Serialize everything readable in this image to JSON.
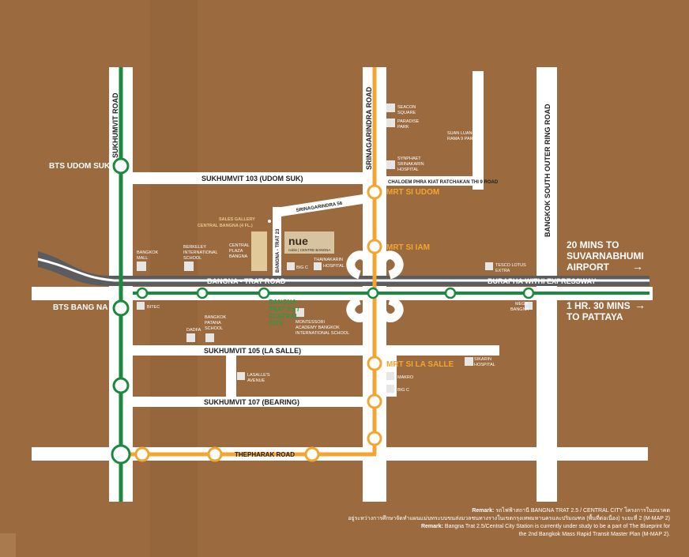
{
  "colors": {
    "background": "#9b6a3f",
    "road": "#ffffff",
    "expressway": "#5b5c5f",
    "bts_green": "#1a8a3f",
    "mrt_yellow": "#f2a530",
    "green_label": "#2a9a48",
    "sales_gallery_box": "#e2c99a"
  },
  "roads": {
    "sukhumvit": "SUKHUMVIT ROAD",
    "srinagarindra": "SRINAGARINDRA ROAD",
    "outer_ring": "BANGKOK SOUTH OUTER RING ROAD",
    "sukhumvit_103": "SUKHUMVIT 103 (UDOM SUK)",
    "chaloem": "CHALOEM PHRA KIAT RATCHAKAN THI 9  ROAD",
    "srinagarindra_56": "SRINAGARINDRA 56",
    "bangna_trat_23": "BANGNA - TRAT 23",
    "bangna_trat": "BANGNA - TRAT ROAD",
    "burapha": "BURAPHA WITHI EXPRESSWAY",
    "sukhumvit_105": "SUKHUMVIT 105 (LA SALLE)",
    "sukhumvit_107": "SUKHUMVIT 107 (BEARING)",
    "thepharak": "THEPHARAK ROAD"
  },
  "stations": {
    "bts_udom_suk": "BTS UDOM SUK",
    "bts_bang_na": "BTS BANG NA",
    "mrt_si_udom": "MRT SI UDOM",
    "mrt_si_iam": "MRT SI IAM",
    "mrt_si_la_salle": "MRT SI LA SALLE",
    "bangna_trat_25": [
      "BANGNA",
      "TRAT 2.5 /",
      "CENTRAL",
      "CITY"
    ]
  },
  "landmarks": {
    "seacon": [
      "SEACON",
      "SQUARE"
    ],
    "paradise": [
      "PARADISE",
      "PARK"
    ],
    "suan_luang": [
      "SUAN LUANG",
      "RAMA 9 PARK"
    ],
    "synphaet": [
      "SYNPHAET",
      "SRINAKARIN",
      "HOSPITAL"
    ],
    "sales_gallery": [
      "SALES GALLERY",
      "CENTRAL BANGNA (4 FL.)"
    ],
    "central_plaza": [
      "CENTRAL",
      "PLAZA",
      "BANGNA"
    ],
    "bangkok_mall": [
      "BANGKOK",
      "MALL"
    ],
    "berkeley": [
      "BERKELEY",
      "INTERNATIONAL",
      "SCHOOL"
    ],
    "big_c_1": "BIG C",
    "thainakarin": [
      "THAINAKARIN",
      "HOSPITAL"
    ],
    "tesco": [
      "TESCO LOTUS",
      "EXTRA"
    ],
    "bitec": "BITEC",
    "mega_bangna": [
      "MEGA",
      "BANGNA"
    ],
    "montessori": [
      "MONTESSORI",
      "ACADEMY BANGKOK",
      "INTERNATIONAL SCHOOL"
    ],
    "dadfa": "DADFA",
    "patana": [
      "BANGKOK",
      "PATANA",
      "SCHOOL"
    ],
    "sikarin": [
      "SIKARIN",
      "HOSPITAL"
    ],
    "lasalle_avenue": [
      "LASALLE'S",
      "AVENUE"
    ],
    "makro": "MAKRO",
    "big_c_2": "BIG C"
  },
  "project": {
    "logo": "nue",
    "sub": "noble | CENTRE BANGNA"
  },
  "travel": {
    "airport_1": "20 MINS TO",
    "airport_2": "SUVARNABHUMI",
    "airport_3": "AIRPORT",
    "pattaya_1": "1 HR. 30 MINS",
    "pattaya_2": "TO PATTAYA",
    "arrow": "→"
  },
  "remark": {
    "label": "Remark:",
    "thai_1": "รถไฟฟ้าสถานี BANGNA TRAT 2.5 / CENTRAL CITY โครงการในอนาคต",
    "thai_2": "อยู่ระหว่างการศึกษาจัดทำแผนแม่บทระบบขนส่งมวลชนทางรางในเขตกรุงเทพมหานครและปริมณฑล (พื้นที่ต่อเนื่อง) ระยะที่ 2 (M-MAP 2)",
    "en_1": "Bangna Trat 2.5/Central City Station is currently under study to be a part of The Blueprint for",
    "en_2": "the 2nd Bangkok Mass Rapid Transit Master Plan  (M-MAP 2)."
  }
}
